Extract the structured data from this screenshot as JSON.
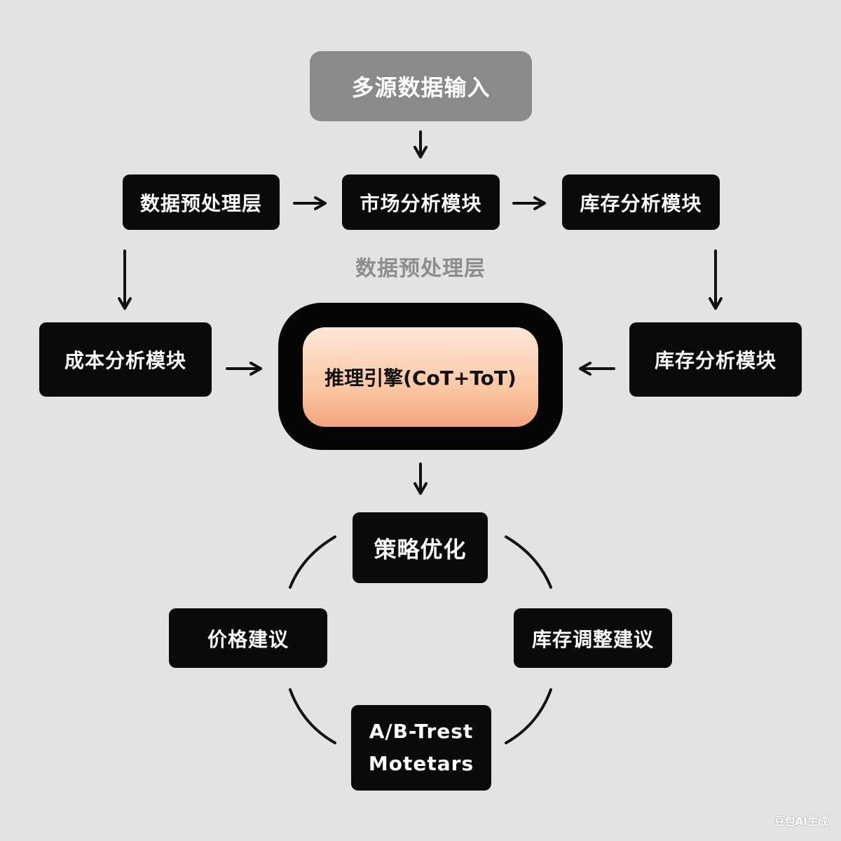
{
  "input": {
    "label": "多源数据输入"
  },
  "top_row": {
    "preprocess": "数据预处理层",
    "market": "市场分析模块",
    "inventory": "库存分析模块"
  },
  "middle_caption": "数据预处理层",
  "side_row": {
    "cost": "成本分析模块",
    "inventory": "库存分析模块"
  },
  "engine": {
    "label": "推理引擎(CoT+ToT)"
  },
  "cycle": {
    "strategy": "策略优化",
    "price": "价格建议",
    "inventory_adjust": "库存调整建议",
    "ab_test_line1": "A/B-Trest",
    "ab_test_line2": "Motetars"
  },
  "watermark": "豆包AI生成",
  "colors": {
    "background": "#e3e3e3",
    "node": "#0a0a0a",
    "input_node": "#8a8a8a",
    "engine_fill_top": "#ffe7d8",
    "engine_fill_bottom": "#f3a57c"
  }
}
